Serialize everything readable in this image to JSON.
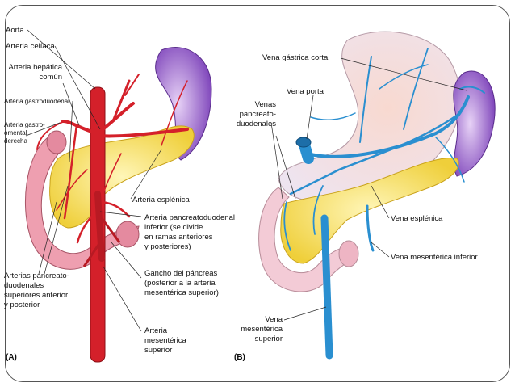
{
  "panel_a": {
    "letter": "(A)",
    "labels": {
      "aorta": "Aorta",
      "celiaca": "Arteria celíaca",
      "hepatica_1": "Arteria hepática",
      "hepatica_2": "común",
      "gastroduodenal": "Arteria gastroduodenal",
      "gastroomental_1": "Arteria gastro-",
      "gastroomental_2": "omental",
      "gastroomental_3": "derecha",
      "esplenica": "Arteria esplénica",
      "pd_inf_1": "Arteria pancreatoduodenal",
      "pd_inf_2": "inferior (se divide",
      "pd_inf_3": "en ramas anteriores",
      "pd_inf_4": "y posteriores)",
      "gancho_1": "Gancho del páncreas",
      "gancho_2": "(posterior a la arteria",
      "gancho_3": "mesentérica superior)",
      "pd_sup_1": "Arterias pancreato-",
      "pd_sup_2": "duodenales",
      "pd_sup_3": "superiores anterior",
      "pd_sup_4": "y posterior",
      "mes_sup_1": "Arteria",
      "mes_sup_2": "mesentérica",
      "mes_sup_3": "superior"
    }
  },
  "panel_b": {
    "letter": "(B)",
    "labels": {
      "gastrica": "Vena gástrica corta",
      "porta": "Vena porta",
      "venas_pd_1": "Venas",
      "venas_pd_2": "pancreato-",
      "venas_pd_3": "duodenales",
      "esplenica": "Vena esplénica",
      "mes_inf": "Vena mesentérica inferior",
      "mes_sup_1": "Vena",
      "mes_sup_2": "mesentérica",
      "mes_sup_3": "superior"
    }
  },
  "colors": {
    "artery": "#d4202a",
    "vein": "#2a8fd0",
    "pancreas": "#f5df5a",
    "spleen": "#8a4fc4",
    "stomach": "#f4e8ee",
    "duodenum": "#e9a0b4"
  }
}
